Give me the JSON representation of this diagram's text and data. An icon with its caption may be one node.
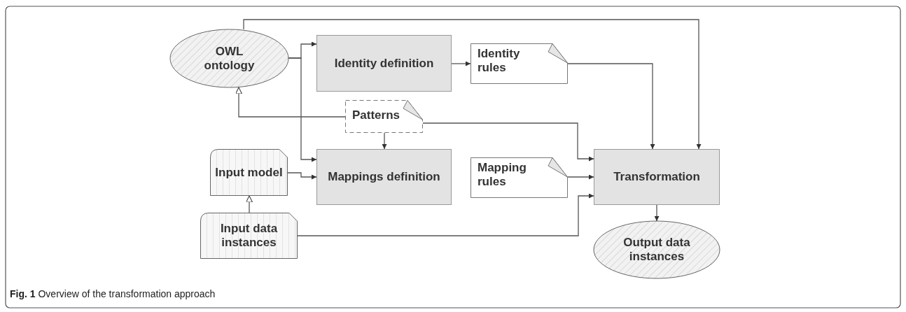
{
  "diagram": {
    "caption": "**Fig. 1** Overview of the transformation approach",
    "nodes": [
      {
        "text": [
          "OWL ontology"
        ]
      },
      {
        "text": [
          "Identity definition"
        ]
      },
      {
        "text": [
          "Identity rules"
        ]
      },
      {
        "text": [
          "Patterns"
        ]
      },
      {
        "text": [
          "Input model"
        ]
      },
      {
        "text": [
          "Mappings definition"
        ]
      },
      {
        "text": [
          "Mapping rules"
        ]
      },
      {
        "text": [
          "Input data instances"
        ]
      },
      {
        "text": [
          "Transformation"
        ]
      },
      {
        "text": [
          "Output data instances"
        ]
      }
    ],
    "edges": [
      {
        "from": 0,
        "to": 1,
        "arrow": "to"
      },
      {
        "from": 0,
        "to": 5,
        "arrow": "to"
      },
      {
        "from": 1,
        "to": 2,
        "arrow": "to"
      },
      {
        "from": 2,
        "to": 8,
        "arrow": "to"
      },
      {
        "from": 0,
        "to": 8,
        "arrow": "to"
      },
      {
        "from": 3,
        "to": 0,
        "arrow": "to"
      },
      {
        "from": 3,
        "to": 5,
        "arrow": "to"
      },
      {
        "from": 3,
        "to": 8,
        "arrow": "to"
      },
      {
        "from": 4,
        "to": 5,
        "arrow": "to"
      },
      {
        "from": 6,
        "to": 8,
        "arrow": "to"
      },
      {
        "from": 7,
        "to": 4,
        "arrow": "to"
      },
      {
        "from": 7,
        "to": 8,
        "arrow": "to"
      },
      {
        "from": 8,
        "to": 9,
        "arrow": "to"
      }
    ]
  }
}
